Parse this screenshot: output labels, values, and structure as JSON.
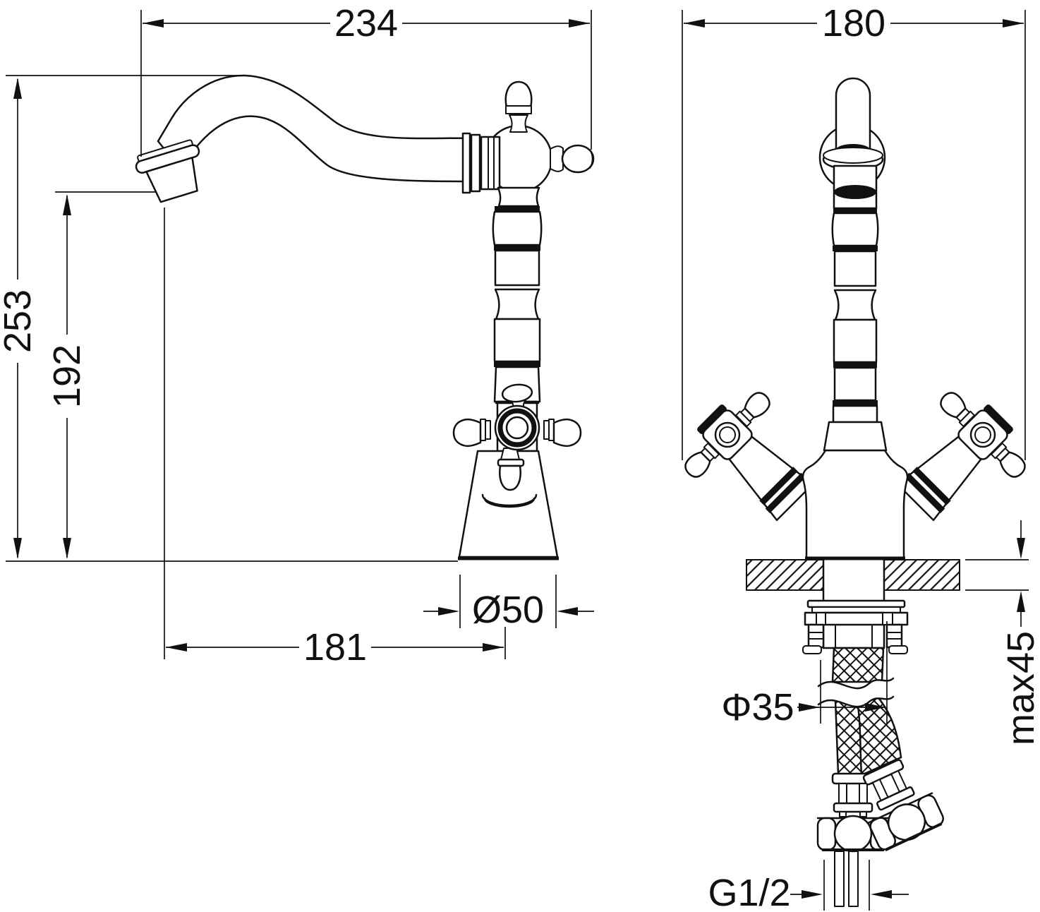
{
  "drawing": {
    "side_view": {
      "spout_width": "234",
      "total_height": "253",
      "outlet_height": "192",
      "outlet_reach": "181",
      "base_diameter": "Ø50"
    },
    "front_view": {
      "overall_width": "180",
      "max_counter_thickness": "max45",
      "mounting_hole_diameter": "Φ35",
      "inlet_thread": "G1/2"
    },
    "colors": {
      "line": "#111111",
      "background": "#ffffff"
    }
  }
}
